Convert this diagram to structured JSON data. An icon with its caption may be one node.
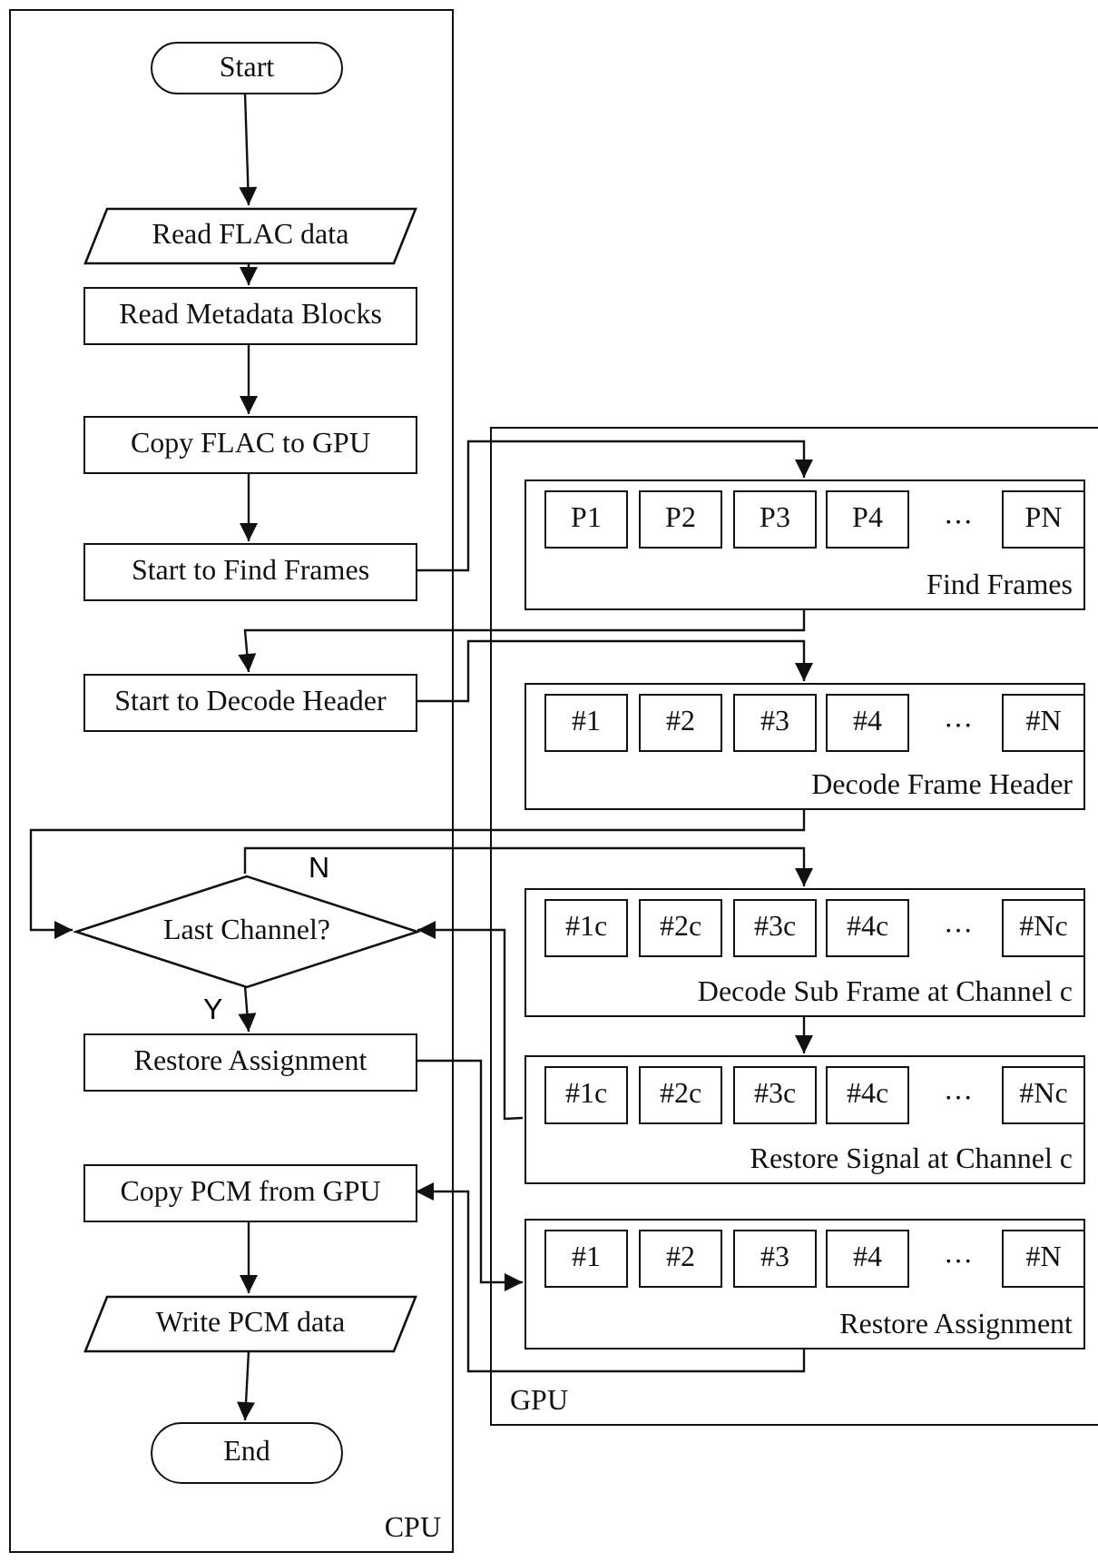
{
  "diagram": {
    "nodes": [
      {
        "text": [
          "CPU"
        ]
      },
      {
        "text": [
          "Start"
        ],
        "in": 0
      },
      {
        "text": [
          "Read FLAC data"
        ],
        "in": 0
      },
      {
        "text": [
          "Read Metadata Blocks"
        ],
        "in": 0
      },
      {
        "text": [
          "Copy FLAC to GPU"
        ],
        "in": 0
      },
      {
        "text": [
          "Start to Find Frames"
        ],
        "in": 0
      },
      {
        "text": [
          "Start to Decode Header"
        ],
        "in": 0
      },
      {
        "text": [
          "Last Channel?"
        ],
        "in": 0
      },
      {
        "text": [
          "Restore Assignment"
        ],
        "in": 0
      },
      {
        "text": [
          "Copy PCM from GPU"
        ],
        "in": 0
      },
      {
        "text": [
          "Write PCM data"
        ],
        "in": 0
      },
      {
        "text": [
          "End"
        ],
        "in": 0
      },
      {
        "text": [
          "GPU"
        ]
      },
      {
        "text": [
          "Find Frames"
        ],
        "in": 12
      },
      {
        "text": [
          "P1"
        ],
        "in": 13
      },
      {
        "text": [
          "P2"
        ],
        "in": 13
      },
      {
        "text": [
          "P3"
        ],
        "in": 13
      },
      {
        "text": [
          "P4"
        ],
        "in": 13
      },
      {
        "text": [
          "PN"
        ],
        "in": 13
      },
      {
        "text": [
          "Decode Frame Header"
        ],
        "in": 12
      },
      {
        "text": [
          "#1"
        ],
        "in": 19
      },
      {
        "text": [
          "#2"
        ],
        "in": 19
      },
      {
        "text": [
          "#3"
        ],
        "in": 19
      },
      {
        "text": [
          "#4"
        ],
        "in": 19
      },
      {
        "text": [
          "#N"
        ],
        "in": 19
      },
      {
        "text": [
          "Decode Sub Frame at Channel c"
        ],
        "in": 12
      },
      {
        "text": [
          "#1c"
        ],
        "in": 25
      },
      {
        "text": [
          "#2c"
        ],
        "in": 25
      },
      {
        "text": [
          "#3c"
        ],
        "in": 25
      },
      {
        "text": [
          "#4c"
        ],
        "in": 25
      },
      {
        "text": [
          "#Nc"
        ],
        "in": 25
      },
      {
        "text": [
          "Restore Signal at Channel c"
        ],
        "in": 12
      },
      {
        "text": [
          "#1c"
        ],
        "in": 31
      },
      {
        "text": [
          "#2c"
        ],
        "in": 31
      },
      {
        "text": [
          "#3c"
        ],
        "in": 31
      },
      {
        "text": [
          "#4c"
        ],
        "in": 31
      },
      {
        "text": [
          "#Nc"
        ],
        "in": 31
      },
      {
        "text": [
          "Restore Assignment"
        ],
        "in": 12
      },
      {
        "text": [
          "#1"
        ],
        "in": 37
      },
      {
        "text": [
          "#2"
        ],
        "in": 37
      },
      {
        "text": [
          "#3"
        ],
        "in": 37
      },
      {
        "text": [
          "#4"
        ],
        "in": 37
      },
      {
        "text": [
          "#N"
        ],
        "in": 37
      }
    ],
    "edges": [
      {
        "from": 1,
        "to": 2,
        "arrow": "to"
      },
      {
        "from": 2,
        "to": 3,
        "arrow": "to"
      },
      {
        "from": 3,
        "to": 4,
        "arrow": "to"
      },
      {
        "from": 4,
        "to": 5,
        "arrow": "to"
      },
      {
        "from": 5,
        "to": 13,
        "arrow": "to"
      },
      {
        "from": 13,
        "to": 6,
        "arrow": "to"
      },
      {
        "from": 6,
        "to": 19,
        "arrow": "to"
      },
      {
        "from": 19,
        "to": 7,
        "arrow": "to"
      },
      {
        "from": 7,
        "to": 25,
        "arrow": "to",
        "label": "N"
      },
      {
        "from": 25,
        "to": 31,
        "arrow": "to"
      },
      {
        "from": 31,
        "to": 7,
        "arrow": "to"
      },
      {
        "from": 7,
        "to": 8,
        "arrow": "to",
        "label": "Y"
      },
      {
        "from": 8,
        "to": 37,
        "arrow": "to"
      },
      {
        "from": 37,
        "to": 9,
        "arrow": "to"
      },
      {
        "from": 9,
        "to": 10,
        "arrow": "to"
      },
      {
        "from": 10,
        "to": 11,
        "arrow": "to"
      }
    ],
    "labels": [
      "…",
      "…",
      "…",
      "…",
      "…"
    ]
  }
}
